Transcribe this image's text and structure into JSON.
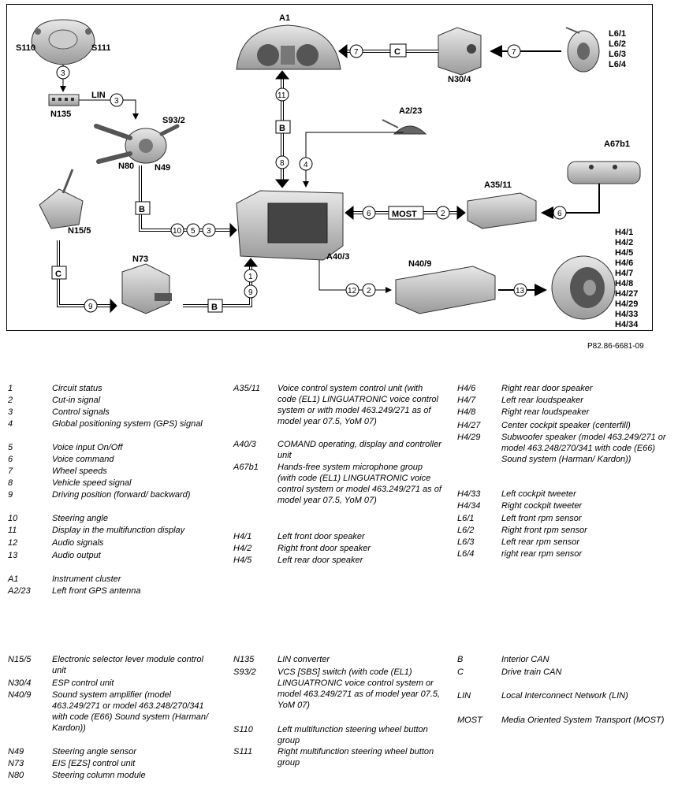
{
  "diagram": {
    "ref_code": "P82.86-6681-09",
    "component_labels": {
      "A1": "A1",
      "S110": "S110",
      "S111": "S111",
      "N135": "N135",
      "LIN": "LIN",
      "S93_2": "S93/2",
      "N80": "N80",
      "N49": "N49",
      "N15_5": "N15/5",
      "N73": "N73",
      "N30_4": "N30/4",
      "A2_23": "A2/23",
      "A67b1": "A67b1",
      "A35_11": "A35/11",
      "A40_3": "A40/3",
      "N40_9": "N40/9",
      "MOST": "MOST",
      "L6": [
        "L6/1",
        "L6/2",
        "L6/3",
        "L6/4"
      ],
      "H4": [
        "H4/1",
        "H4/2",
        "H4/5",
        "H4/6",
        "H4/7",
        "H4/8",
        "H4/27",
        "H4/29",
        "H4/33",
        "H4/34"
      ]
    },
    "bus_tags": {
      "B": "B",
      "C": "C"
    },
    "signal_numbers": [
      "1",
      "2",
      "3",
      "4",
      "5",
      "6",
      "7",
      "8",
      "9",
      "10",
      "11",
      "12",
      "13"
    ]
  },
  "legend": {
    "col1": [
      {
        "code": "1",
        "text": "Circuit status"
      },
      {
        "code": "2",
        "text": "Cut-in signal"
      },
      {
        "code": "3",
        "text": "Control signals"
      },
      {
        "code": "4",
        "text": "Global positioning system (GPS) signal"
      },
      {
        "code": "5",
        "text": "Voice input On/Off"
      },
      {
        "code": "6",
        "text": "Voice command"
      },
      {
        "code": "7",
        "text": "Wheel speeds"
      },
      {
        "code": "8",
        "text": "Vehicle speed signal"
      },
      {
        "code": "9",
        "text": "Driving position (forward/ backward)"
      },
      {
        "code": "10",
        "text": "Steering angle"
      },
      {
        "code": "11",
        "text": "Display in the multifunction display"
      },
      {
        "code": "12",
        "text": "Audio signals"
      },
      {
        "code": "13",
        "text": "Audio output"
      },
      {
        "code": "A1",
        "text": "Instrument cluster"
      },
      {
        "code": "A2/23",
        "text": "Left front GPS antenna"
      },
      {
        "code": "N15/5",
        "text": "Electronic selector lever module control unit"
      },
      {
        "code": "N30/4",
        "text": "ESP control unit"
      },
      {
        "code": "N40/9",
        "text": "Sound system amplifier (model 463.249/271 or model 463.248/270/341 with code (E66) Sound system (Harman/ Kardon))"
      },
      {
        "code": "N49",
        "text": "Steering angle sensor"
      },
      {
        "code": "N73",
        "text": "EIS [EZS] control unit"
      },
      {
        "code": "N80",
        "text": "Steering column module"
      }
    ],
    "col2": [
      {
        "code": "A35/11",
        "text": "Voice control system control unit (with code (EL1) LINGUATRONIC voice control system or with model 463.249/271 as of model year 07.5, YoM 07)"
      },
      {
        "code": "A40/3",
        "text": "COMAND operating, display and controller unit"
      },
      {
        "code": "A67b1",
        "text": "Hands-free system microphone group (with code (EL1) LINGUATRONIC voice control system or model 463.249/271 as of model year 07.5, YoM 07)"
      },
      {
        "code": "H4/1",
        "text": "Left front door speaker"
      },
      {
        "code": "H4/2",
        "text": "Right front door speaker"
      },
      {
        "code": "H4/5",
        "text": "Left rear door speaker"
      },
      {
        "code": "N135",
        "text": "LIN converter"
      },
      {
        "code": "S93/2",
        "text": "VCS [SBS] switch (with code (EL1) LINGUATRONIC voice control system or model 463.249/271 as of model year 07.5, YoM 07)"
      },
      {
        "code": "S110",
        "text": "Left multifunction steering wheel button group"
      },
      {
        "code": "S111",
        "text": "Right multifunction steering wheel button group"
      }
    ],
    "col3": [
      {
        "code": "H4/6",
        "text": "Right rear door speaker"
      },
      {
        "code": "H4/7",
        "text": "Left rear loudspeaker"
      },
      {
        "code": "H4/8",
        "text": "Right rear loudspeaker"
      },
      {
        "code": "H4/27",
        "text": "Center cockpit speaker (centerfill)"
      },
      {
        "code": "H4/29",
        "text": "Subwoofer speaker (model 463.249/271 or model 463.248/270/341 with code (E66) Sound system (Harman/ Kardon))"
      },
      {
        "code": "H4/33",
        "text": "Left cockpit tweeter"
      },
      {
        "code": "H4/34",
        "text": "Right cockpit tweeter"
      },
      {
        "code": "L6/1",
        "text": "Left front rpm sensor"
      },
      {
        "code": "L6/2",
        "text": "Right front rpm sensor"
      },
      {
        "code": "L6/3",
        "text": "Left rear rpm sensor"
      },
      {
        "code": "L6/4",
        "text": "right rear rpm sensor"
      },
      {
        "code": "B",
        "text": "Interior CAN"
      },
      {
        "code": "C",
        "text": "Drive train CAN"
      },
      {
        "code": "LIN",
        "text": "Local Interconnect Network (LIN)"
      },
      {
        "code": "MOST",
        "text": "Media Oriented System Transport (MOST)"
      }
    ]
  }
}
